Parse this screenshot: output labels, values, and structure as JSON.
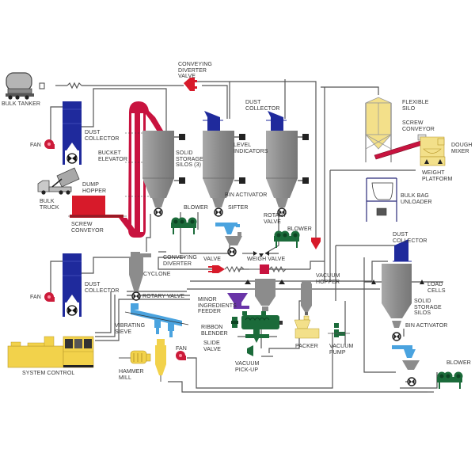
{
  "title": "Bulk Material Handling Process Flow Diagram",
  "colors": {
    "pipe": "#555555",
    "silo": "#8e8e8e",
    "silo_dark": "#6f6f6f",
    "dust_collector": "#1f2a9c",
    "elevator": "#c8133f",
    "hopper_red": "#d71a2a",
    "blower": "#1b6b3a",
    "sieve": "#4aa3df",
    "flex_silo": "#f3e08a",
    "control": "#f2d24b",
    "purple": "#6a35a8"
  },
  "labels": {
    "bulk_tanker": "BULK TANKER",
    "conveying_diverter_valve_top": "CONVEYING\nDIVERTER\nVALVE",
    "dust_collector_1": "DUST\nCOLLECTOR",
    "fan_1": "FAN",
    "bucket_elevator": "BUCKET\nELEVATOR",
    "solid_storage_silos_3": "SOLID\nSTORAGE\nSILOS (3)",
    "level_indicators": "LEVEL\nINDICATORS",
    "dust_collector_2": "DUST\nCOLLECTOR",
    "flexible_silo": "FLEXIBLE\nSILO",
    "screw_conveyor_top": "SCREW\nCONVEYOR",
    "dough_mixer": "DOUGH\nMIXER",
    "weight_platform": "WEIGHT\nPLATFORM",
    "bulk_bag_unloader": "BULK BAG\nUNLOADER",
    "dump_hopper": "DUMP\nHOPPER",
    "bulk_truck": "BULK\nTRUCK",
    "screw_conveyor_left": "SCREW\nCONVEYOR",
    "bin_activator_1": "BIN ACTIVATOR",
    "blower_1": "BLOWER",
    "sifter": "SIFTER",
    "rotary_valve_1": "ROTARY\nVALVE",
    "blower_2": "BLOWER",
    "conveying_diverter": "CONVEYING\nDIVERTER",
    "valve": "VALVE",
    "weigh_valve": "WEIGH VALVE",
    "dust_collector_3": "DUST\nCOLLECTOR",
    "fan_2": "FAN",
    "cyclone": "CYCLONE",
    "rotary_valve_2": "ROTARY VALVE",
    "vacuum_hopper": "VACUUM\nHOPPER",
    "minor_ingredients_feeder": "MINOR\nINGREDIENTS\nFEEDER",
    "ribbon_blender": "RIBBON\nBLENDER",
    "slide_valve": "SLIDE\nVALVE",
    "vacuum_pickup": "VACUUM\nPICK-UP",
    "packer": "PACKER",
    "vacuum_pump": "VACUUM\nPUMP",
    "vibrating_sieve": "VIBRATING\nSIEVE",
    "system_control": "SYSTEM CONTROL",
    "hammer_mill": "HAMMER\nMILL",
    "fan_3": "FAN",
    "dust_collector_4": "DUST\nCOLLECTOR",
    "load_cells": "LOAD\nCELLS",
    "solid_storage_silos": "SOLID\nSTORAGE\nSILOS",
    "bin_activator_2": "BIN ACTIVATOR",
    "blower_3": "BLOWER"
  }
}
